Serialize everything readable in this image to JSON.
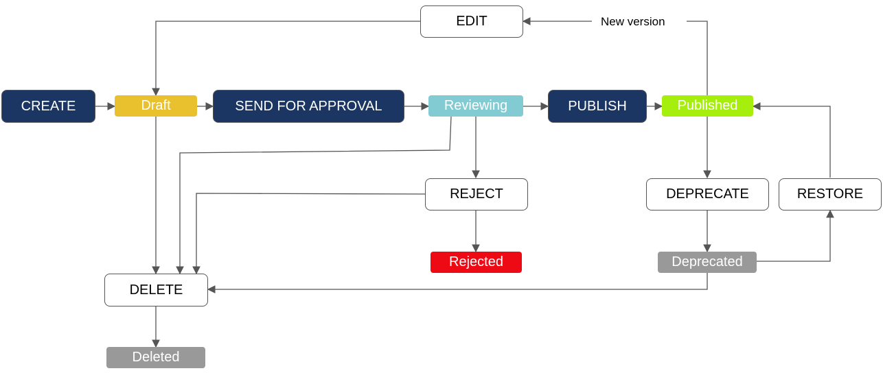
{
  "nodes": {
    "create": "CREATE",
    "draft": "Draft",
    "send_for_approval": "SEND FOR APPROVAL",
    "reviewing": "Reviewing",
    "publish": "PUBLISH",
    "published": "Published",
    "edit": "EDIT",
    "reject": "REJECT",
    "rejected": "Rejected",
    "deprecate": "DEPRECATE",
    "restore": "RESTORE",
    "deprecated": "Deprecated",
    "delete": "DELETE",
    "deleted": "Deleted"
  },
  "edge_labels": {
    "new_version": "New version"
  },
  "colors": {
    "action": "#1c3664",
    "draft": "#e9c12e",
    "reviewing": "#82cbd2",
    "published": "#a6ee0c",
    "rejected": "#ee0a14",
    "grey_state": "#999999",
    "edge": "#555555"
  }
}
